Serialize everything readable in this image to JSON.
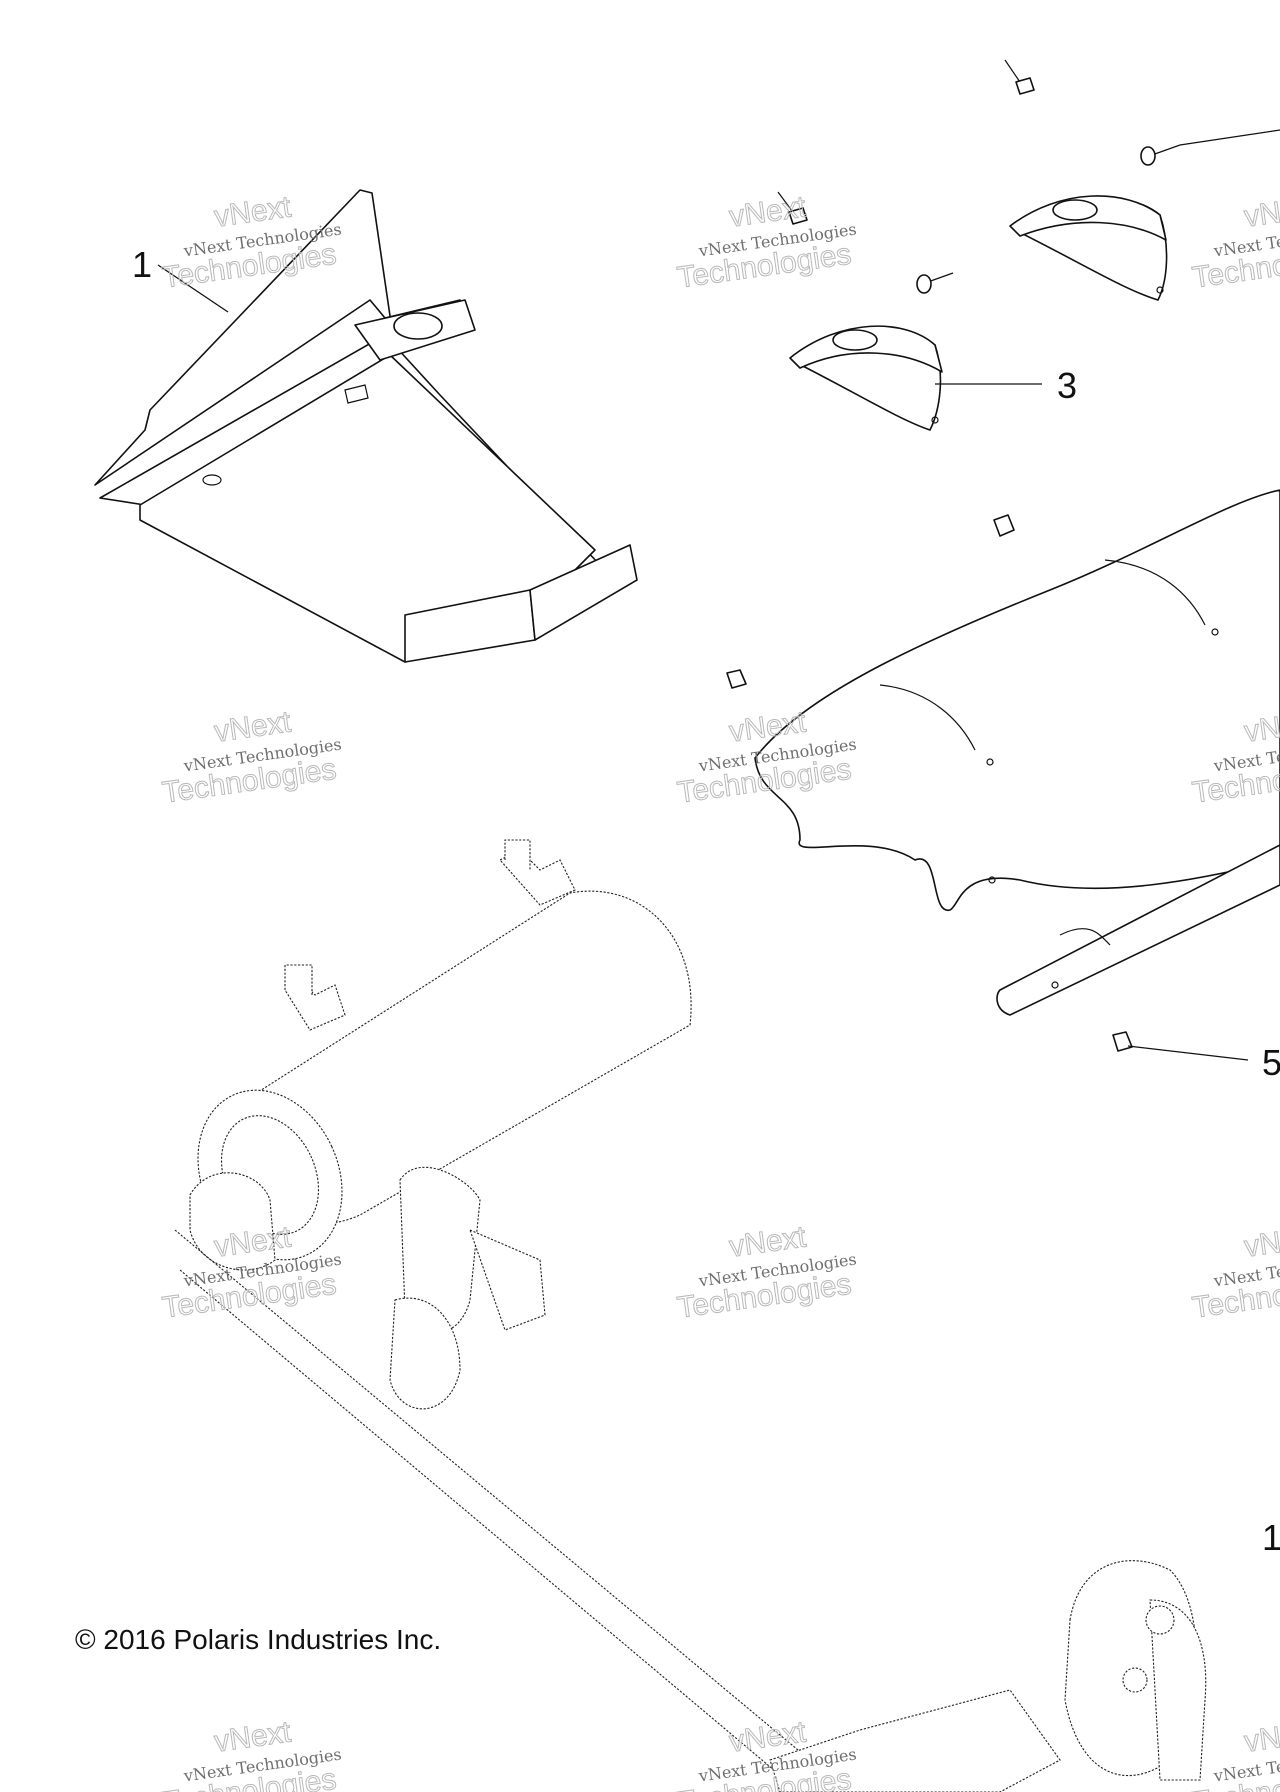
{
  "callouts": [
    {
      "id": "1",
      "label": "1"
    },
    {
      "id": "3",
      "label": "3"
    },
    {
      "id": "5",
      "label": "5"
    },
    {
      "id": "1b",
      "label": "1"
    }
  ],
  "watermark": {
    "small": "vNext Technologies",
    "big_top": "vNext",
    "big_bottom": "Technologies"
  },
  "copyright": "© 2016 Polaris Industries Inc."
}
